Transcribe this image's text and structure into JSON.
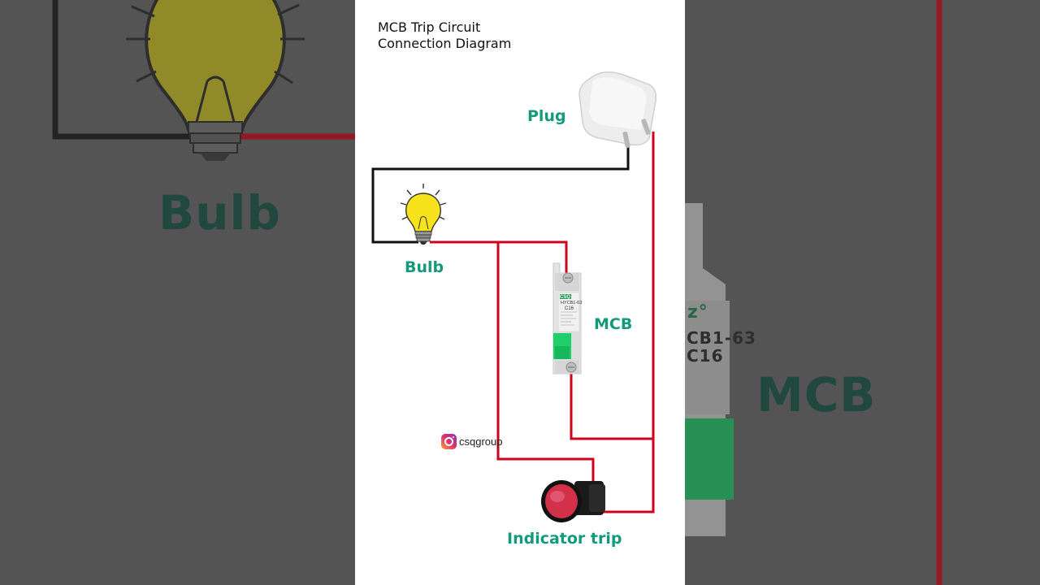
{
  "title_lines": [
    "MCB Trip Circuit",
    "Connection Diagram"
  ],
  "labels": {
    "plug": "Plug",
    "bulb": "Bulb",
    "mcb": "MCB",
    "indicator": "Indicator trip"
  },
  "mcb_markings": {
    "brand": "CSQ",
    "model": "HYCB1-63",
    "rating": "C16"
  },
  "background_labels": {
    "bulb": "Bulb",
    "mcb": "MCB",
    "mcb_model": "CB1-63",
    "mcb_rating": "C16"
  },
  "social": {
    "platform_icon": "instagram-icon",
    "handle": "csqgroup"
  },
  "colors": {
    "label_green": "#139a7c",
    "live_wire": "#d0021b",
    "neutral_wire": "#111111",
    "bulb_yellow": "#f7e21b",
    "mcb_handle": "#1fcf6a",
    "indicator_red": "#d3304a"
  }
}
